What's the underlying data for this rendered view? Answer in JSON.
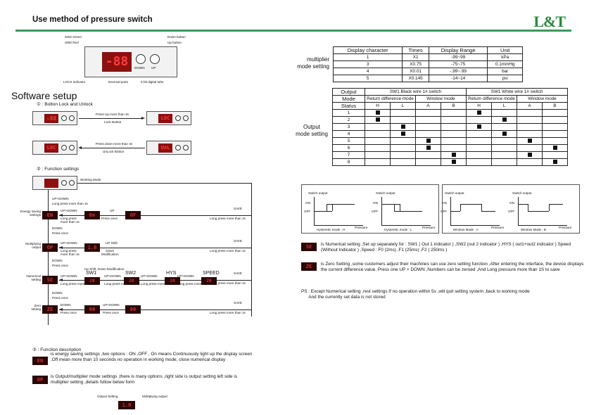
{
  "header": {
    "title": "Use method of pressure switch",
    "logo": "L&T"
  },
  "colors": {
    "accent_green": "#3a9a5a",
    "display_red": "#ff3a3a"
  },
  "device_diagram": {
    "labels": {
      "sw2": "SW2 Green",
      "sw1": "SW0 Red",
      "down_btn": "Down button",
      "up_btn": "Up button",
      "lock": "LOCK indicator",
      "decimal": "Decimal point",
      "digits": "2-bit digital tube",
      "down": "DOWN",
      "up": "UP"
    },
    "display": "-88"
  },
  "software": {
    "title": "Software setup",
    "s1": "① : Botton Lock and Unlock",
    "lock_t1": "Press Up more than 4s",
    "lock_t2": "Lock Botton",
    "unlock_t1": "Press down more than 4s",
    "unlock_t2": "UnLock Botton",
    "lock_disp_1": "-88",
    "lock_disp_2": "LOC",
    "unlock_disp_1": "LOC",
    "unlock_disp_2": "UnL",
    "s2": "② : Function settings",
    "working_mode": "Working Mode",
    "updown": "UP+DOWN",
    "long_press_1s": "Long press more than 1s",
    "long_press_short": "Long press\nmore than 1s",
    "down": "DOWN",
    "press_once": "Press once",
    "up": "UP",
    "save": "SAVE",
    "long_press_more_1s": "Long press more than 1s",
    "up_shift": "UP Shift",
    "down_mod": "Down\nModification",
    "up_shift_down_mod": "Up Shift, Down Modification",
    "sw1": "SW1",
    "sw2": "SW2",
    "hys": "HYS",
    "speed": "SPEED",
    "save_updown": "UP+D OWN",
    "rows": [
      {
        "label": "Energy saving\nsettings",
        "d1": "EN",
        "d2": "On",
        "d3": "OF"
      },
      {
        "label": "Multiplying\noutput",
        "d1": "OP",
        "d2": "1.0",
        "d3": ""
      },
      {
        "label": "Numerical\nsetting",
        "d1": "SE",
        "d2": "20",
        "d3": ""
      },
      {
        "label": "Zero\nsetting",
        "d1": "ZE",
        "d2": "00",
        "d3": ""
      }
    ],
    "s3": "③ : Function description",
    "desc1": "is energy saving settings ,two options : ON ,OFF , On means Continuously light up the display screen ,Off mean more than 10 seconds no operation in working mode, close numerical display",
    "desc2": "is Output/multiplier mode settings ,there is many options ,right side is output setting left side is multiplier setting ,details follow below form",
    "output_setting": "Output Setting",
    "multiplying_output": "Multiplying output"
  },
  "multiplier_table": {
    "label": "multiplier\nmode setting",
    "headers": [
      "Display character",
      "Times",
      "Display Range",
      "Unit"
    ],
    "rows": [
      [
        "1",
        "X1",
        "-99~99",
        "kPa"
      ],
      [
        "3",
        "X0.75",
        "-75~75",
        "0.1mmHg"
      ],
      [
        "4",
        "X0.01",
        "-.99~.99",
        "bar"
      ],
      [
        "5",
        "X0.145",
        "-14~14",
        "psi"
      ]
    ]
  },
  "output_table": {
    "label": "Output\nmode setting",
    "h_output": "Output",
    "h_mode": "Mode",
    "h_status": "Status",
    "sw1_black": "SW1 Black wire 1# switch",
    "sw1_white": "SW1 White wire 1# switch",
    "return_diff": "Return difference mode",
    "window": "Window mode",
    "cols": [
      "H",
      "L",
      "A",
      "B",
      "H",
      "L",
      "A",
      "B"
    ],
    "rows": [
      {
        "status": "1",
        "marks": [
          1,
          0,
          0,
          0,
          1,
          0,
          0,
          0
        ]
      },
      {
        "status": "2",
        "marks": [
          1,
          0,
          0,
          0,
          0,
          1,
          0,
          0
        ]
      },
      {
        "status": "3",
        "marks": [
          0,
          1,
          0,
          0,
          1,
          0,
          0,
          0
        ]
      },
      {
        "status": "4",
        "marks": [
          0,
          1,
          0,
          0,
          0,
          1,
          0,
          0
        ]
      },
      {
        "status": "5",
        "marks": [
          0,
          0,
          1,
          0,
          0,
          0,
          1,
          0
        ]
      },
      {
        "status": "6",
        "marks": [
          0,
          0,
          1,
          0,
          0,
          0,
          0,
          1
        ]
      },
      {
        "status": "7",
        "marks": [
          0,
          0,
          0,
          1,
          0,
          0,
          1,
          0
        ]
      },
      {
        "status": "8",
        "marks": [
          0,
          0,
          0,
          1,
          0,
          0,
          0,
          1
        ]
      }
    ]
  },
  "mode_charts": [
    {
      "title": "Switch output",
      "caption": "Hysteretic mode : H"
    },
    {
      "title": "Switch output",
      "caption": "Hysteretic mode : L"
    },
    {
      "title": "Switch output",
      "caption": "Window Mode : A"
    },
    {
      "title": "Switch output",
      "caption": "Window Mode : B"
    }
  ],
  "chart_labels": {
    "on": "ON",
    "off": "OFF",
    "pressure": "Pressure"
  },
  "notes": {
    "se_disp": "SE",
    "se_text": "is Numerical setting ,Set up separately for : SW1 ( Out 1 indicator ) ,SW2 (out 2 indicator ) ,HYS ( out1+out2 indicator ) Speed (Without Indicator ) ,Speed : F0 (2ms) ,F1 (25ms) ,F2 ( 250ms )",
    "ze_disp": "ZE",
    "ze_text": "is Zero Setting ,some customers adjust their machines can use zero setting function ,After entering the interface, the device displays the current difference value. Press one UP + DOWN ,Numbers can be zeroed ,And Long pressure more than 1S to save",
    "ps_text": "PS : Except Numerical setting ,rest settings If no operation within 5s ,will quit setting system ,back to working mode\n      And the currently set data is not stored"
  }
}
